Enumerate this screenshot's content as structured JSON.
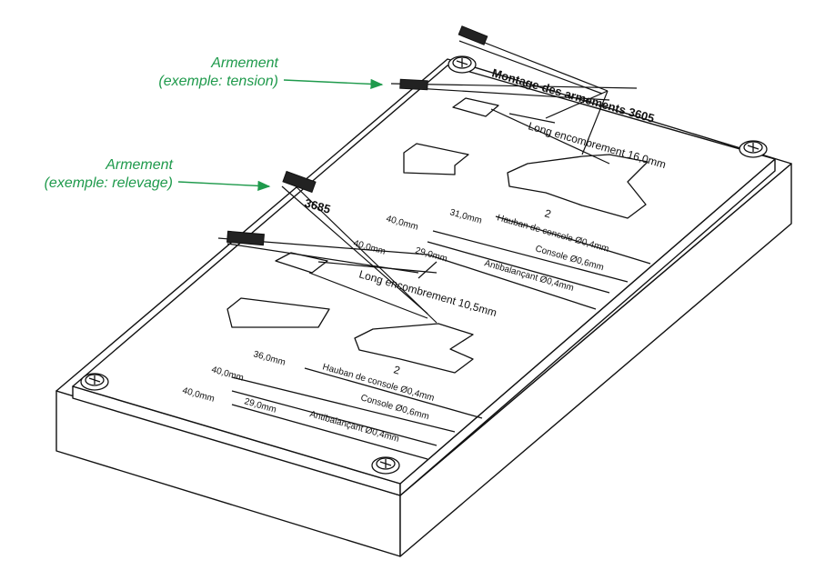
{
  "callouts": [
    {
      "title": "Armement",
      "subtitle": "(exemple: tension)"
    },
    {
      "title": "Armement",
      "subtitle": "(exemple: relevage)"
    }
  ],
  "plate": {
    "title": "Montage des armements 3605",
    "part_number": "3685",
    "upper": {
      "name": "Long encombrement 16,0mm",
      "stroke_label": "2",
      "measures": [
        {
          "length": "31,0mm",
          "name": "Hauban de console Ø0,4mm"
        },
        {
          "length": "40,0mm",
          "name": "Console Ø0,6mm"
        },
        {
          "length": "40,0mm",
          "name": ""
        },
        {
          "length": "29,0mm",
          "name": "Antibalançant Ø0,4mm"
        }
      ]
    },
    "lower": {
      "name": "Long encombrement 10,5mm",
      "stroke_label": "2",
      "measures": [
        {
          "length": "36,0mm",
          "name": "Hauban de console Ø0,4mm"
        },
        {
          "length": "40,0mm",
          "name": "Console Ø0,6mm"
        },
        {
          "length": "40,0mm",
          "name": ""
        },
        {
          "length": "29,0mm",
          "name": "Antibalançant Ø0,4mm"
        }
      ]
    }
  },
  "colors": {
    "callout": "#1f9a4c",
    "line": "#111111"
  }
}
